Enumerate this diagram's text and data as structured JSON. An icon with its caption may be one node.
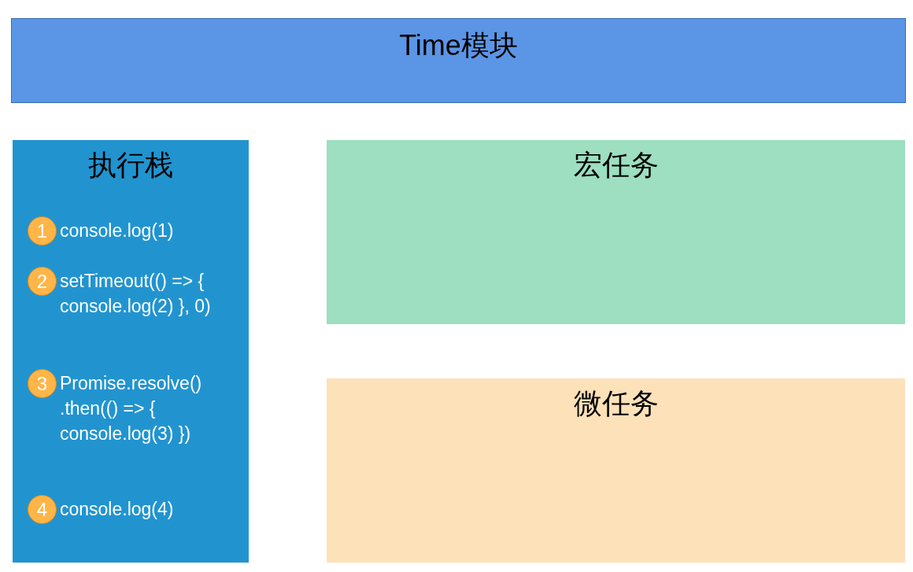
{
  "diagram": {
    "nodes": [
      {
        "text": [
          "Time模块"
        ]
      },
      {
        "text": [
          "执行栈"
        ]
      },
      {
        "text": [
          "1"
        ],
        "in": 1,
        "beside": [
          "console.log(1)"
        ]
      },
      {
        "text": [
          "2"
        ],
        "in": 1,
        "beside": [
          "setTimeout(() => { console.log(2) }, 0)"
        ]
      },
      {
        "text": [
          "3"
        ],
        "in": 1,
        "beside": [
          "Promise.resolve() .then(() => { console.log(3) })"
        ]
      },
      {
        "text": [
          "4"
        ],
        "in": 1,
        "beside": [
          "console.log(4)"
        ]
      },
      {
        "text": [
          "宏任务"
        ]
      },
      {
        "text": [
          "微任务"
        ]
      }
    ]
  }
}
